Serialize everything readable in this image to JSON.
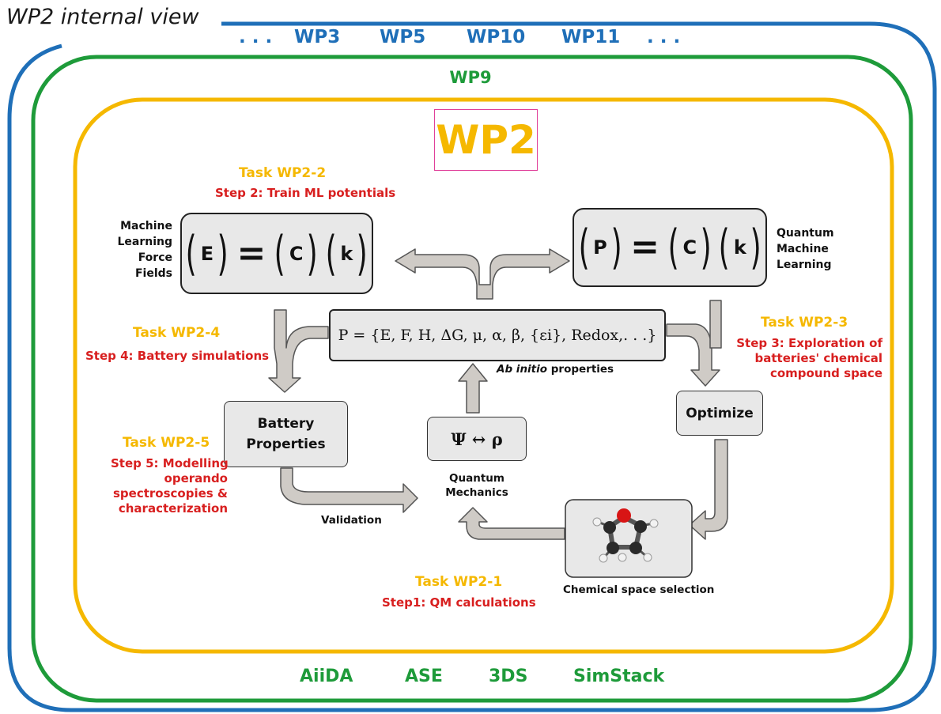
{
  "header": {
    "title": "WP2 internal view"
  },
  "outer_ring": {
    "dots_left": ". . .",
    "packages": [
      "WP3",
      "WP5",
      "WP10",
      "WP11"
    ],
    "dots_right": ". . ."
  },
  "middle_ring": {
    "label": "WP9"
  },
  "inner_ring": {
    "label": "WP2"
  },
  "tasks": {
    "wp2_2": {
      "task": "Task WP2-2",
      "step": "Step 2: Train ML potentials"
    },
    "wp2_4": {
      "task": "Task WP2-4",
      "step": "Step 4: Battery simulations"
    },
    "wp2_3": {
      "task": "Task WP2-3",
      "step_lines": [
        "Step 3: Exploration of",
        "batteries' chemical",
        "compound space"
      ]
    },
    "wp2_5": {
      "task": "Task WP2-5",
      "step_lines": [
        "Step 5: Modelling",
        "operando",
        "spectroscopies &",
        "characterization"
      ]
    },
    "wp2_1": {
      "task": "Task WP2-1",
      "step": "Step1: QM calculations"
    }
  },
  "mlff": {
    "label_lines": [
      "Machine",
      "Learning",
      "Force",
      "Fields"
    ],
    "eq_lhs": "E",
    "eq_sign": "=",
    "eq_c": "C",
    "eq_k": "k"
  },
  "qml": {
    "label_lines": [
      "Quantum",
      "Machine",
      "Learning"
    ],
    "eq_lhs": "P",
    "eq_sign": "=",
    "eq_c": "C",
    "eq_k": "k"
  },
  "properties": {
    "formula": "P = {E, F, H, ΔG, μ, α, β, {εi}, Redox,. . .}",
    "caption_italic": "Ab initio",
    "caption_rest": " properties"
  },
  "nodes": {
    "battery_lines": [
      "Battery",
      "Properties"
    ],
    "optimize": "Optimize",
    "qm_formula": "Ψ ↔ ρ",
    "qm_caption_lines": [
      "Quantum",
      "Mechanics"
    ],
    "chem_caption": "Chemical space selection",
    "validation": "Validation"
  },
  "tools": [
    "AiiDA",
    "ASE",
    "3DS",
    "SimStack"
  ],
  "colors": {
    "outer_ring": "#1f6fb8",
    "middle_ring": "#1e9b3a",
    "inner_ring": "#f5b800",
    "step_text": "#d81f1f",
    "arrow_fill": "#cfcbc6",
    "title_border": "#e0409a"
  },
  "icons": {
    "molecule": "tetrahydrofuran-molecule-icon"
  }
}
